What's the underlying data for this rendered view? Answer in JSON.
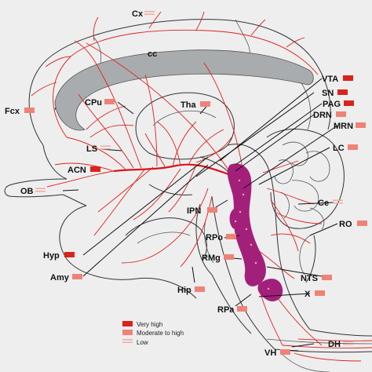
{
  "colors": {
    "background": "#eeeeef",
    "very_high": "#d9231d",
    "moderate_to_high": "#ef8277",
    "low": "#f3a9a1",
    "fiber": "#e0201b",
    "raphe_nuclei": "#a3207a",
    "corpus_callosum": "#a9acae"
  },
  "regions": {
    "Cx": {
      "label": "Cx",
      "level": "low"
    },
    "cc": {
      "label": "cc"
    },
    "CPu": {
      "label": "CPu",
      "level": "moderate_to_high"
    },
    "Fcx": {
      "label": "Fcx",
      "level": "moderate_to_high"
    },
    "Tha": {
      "label": "Tha",
      "level": "moderate_to_high"
    },
    "LS": {
      "label": "LS",
      "level": "low"
    },
    "ACN": {
      "label": "ACN",
      "level": "very_high"
    },
    "OB": {
      "label": "OB",
      "level": "low"
    },
    "Hyp": {
      "label": "Hyp",
      "level": "very_high"
    },
    "Amy": {
      "label": "Amy",
      "level": "moderate_to_high"
    },
    "Hip": {
      "label": "Hip",
      "level": "moderate_to_high"
    },
    "IPN": {
      "label": "IPN",
      "level": "moderate_to_high"
    },
    "RPo": {
      "label": "RPo",
      "level": "moderate_to_high"
    },
    "RMg": {
      "label": "RMg",
      "level": "moderate_to_high"
    },
    "RPa": {
      "label": "RPa",
      "level": "moderate_to_high"
    },
    "VH": {
      "label": "VH",
      "level": "moderate_to_high"
    },
    "DH": {
      "label": "DH",
      "level": "low"
    },
    "VTA": {
      "label": "VTA",
      "level": "very_high"
    },
    "SN": {
      "label": "SN",
      "level": "very_high"
    },
    "PAG": {
      "label": "PAG",
      "level": "very_high"
    },
    "DRN": {
      "label": "DRN",
      "level": "moderate_to_high"
    },
    "MRN": {
      "label": "MRN",
      "level": "moderate_to_high"
    },
    "LC": {
      "label": "LC",
      "level": "moderate_to_high"
    },
    "Ce": {
      "label": "Ce",
      "level": "low"
    },
    "RO": {
      "label": "RO",
      "level": "moderate_to_high"
    },
    "NTS": {
      "label": "NTS",
      "level": "moderate_to_high"
    },
    "X": {
      "label": "X",
      "level": "moderate_to_high"
    }
  },
  "legend": {
    "very_high": "Very high",
    "moderate_to_high": "Moderate to high",
    "low": "Low"
  }
}
